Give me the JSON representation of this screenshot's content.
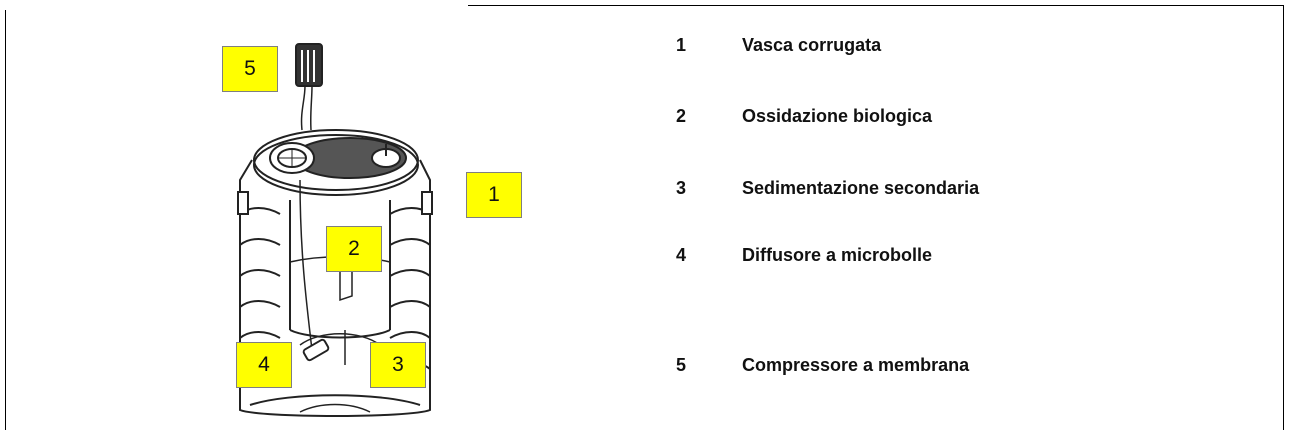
{
  "diagram": {
    "callouts": [
      {
        "number": "5",
        "color": "#ffff00"
      },
      {
        "number": "1",
        "color": "#ffff00"
      },
      {
        "number": "2",
        "color": "#ffff00"
      },
      {
        "number": "4",
        "color": "#ffff00"
      },
      {
        "number": "3",
        "color": "#ffff00"
      }
    ]
  },
  "legend": [
    {
      "number": "1",
      "label": "Vasca corrugata"
    },
    {
      "number": "2",
      "label": "Ossidazione biologica"
    },
    {
      "number": "3",
      "label": "Sedimentazione secondaria"
    },
    {
      "number": "4",
      "label": "Diffusore a microbolle"
    },
    {
      "number": "5",
      "label": "Compressore a membrana"
    }
  ]
}
